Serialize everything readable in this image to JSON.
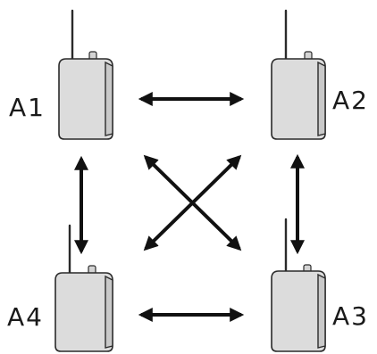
{
  "radios": [
    {
      "id": "A1",
      "label": "A1",
      "icon": "walkie-talkie-icon"
    },
    {
      "id": "A2",
      "label": "A2",
      "icon": "walkie-talkie-icon"
    },
    {
      "id": "A3",
      "label": "A3",
      "icon": "walkie-talkie-icon"
    },
    {
      "id": "A4",
      "label": "A4",
      "icon": "walkie-talkie-icon"
    }
  ],
  "links": [
    {
      "from": "A1",
      "to": "A2",
      "direction": "bidirectional"
    },
    {
      "from": "A1",
      "to": "A4",
      "direction": "bidirectional"
    },
    {
      "from": "A2",
      "to": "A3",
      "direction": "bidirectional"
    },
    {
      "from": "A4",
      "to": "A3",
      "direction": "bidirectional"
    },
    {
      "from": "A1",
      "to": "A3",
      "direction": "bidirectional"
    },
    {
      "from": "A2",
      "to": "A4",
      "direction": "bidirectional"
    }
  ],
  "colors": {
    "radio_body": "#dcdcdc",
    "outline": "#2a2a2a",
    "arrow": "#111111"
  }
}
